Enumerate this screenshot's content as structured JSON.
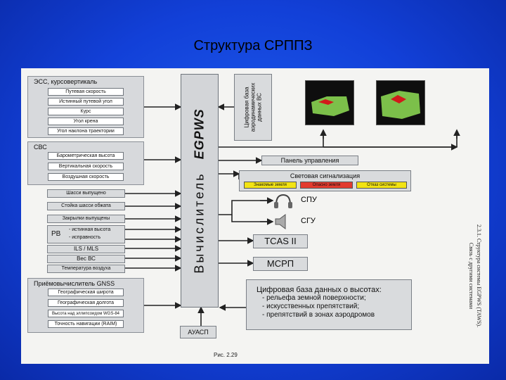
{
  "slide": {
    "title": "Структура СРППЗ"
  },
  "groups": {
    "ess": {
      "title": "ЭСС, курсовертикаль",
      "items": [
        "Путевая скорость",
        "Истинный путевой угол",
        "Курс",
        "Угол крена",
        "Угол наклона траектории"
      ]
    },
    "svs": {
      "title": "СВС",
      "items": [
        "Барометрическая высота",
        "Вертикальная скорость",
        "Воздушная скорость"
      ]
    },
    "gnss": {
      "title": "Приёмовычислитель GNSS",
      "items": [
        "Географическая широта",
        "Географическая долгота",
        "Высота над эллипсоидом WGS-84",
        "Точность навигации (RAIM)"
      ]
    }
  },
  "inputs": {
    "gear_down": "Шасси выпущено",
    "gear_strut": "Стойка шасси обжата",
    "flaps": "Закрылки выпущены",
    "rv_label": "РВ",
    "rv_items": [
      "- истинная высота",
      "- исправность"
    ],
    "ils": "ILS / MLS",
    "weight": "Вес ВС",
    "temp": "Температура воздуха"
  },
  "computer": {
    "word": "Вычислитель",
    "name": "EGPWS"
  },
  "aero_db": [
    "Цифровая база",
    "аэродинамических",
    "данных ВС"
  ],
  "control_panel": "Панель управления",
  "light_signal": {
    "title": "Световая сигнализация",
    "items": [
      {
        "label": "Знакомые земля",
        "color": "#f2e313"
      },
      {
        "label": "Опасно земля",
        "color": "#e23a2e"
      },
      {
        "label": "Отказ системы",
        "color": "#f2e313"
      }
    ]
  },
  "outputs": {
    "spu": "СПУ",
    "sgu": "СГУ",
    "tcas": "TCAS II",
    "mcrp": "МСРП"
  },
  "terrain_db": {
    "title": "Цифровая база данных о высотах:",
    "lines": [
      "- рельефа земной поверхности;",
      "- искусственных препятствий;",
      "- препятствий в зонах аэродромов"
    ]
  },
  "auasp": "АУАСП",
  "fig_caption": "Рис. 2.29",
  "side_caption": [
    "2.3.1. Структура системы EGPWS (TAWS).",
    "Связь с другими системами"
  ],
  "colors": {
    "background": "#1646e0",
    "figure_bg": "#f4f4f2",
    "group_bg": "#d7d9dc",
    "terrain_green": "#7cc04a",
    "terrain_red": "#d11a1a"
  }
}
